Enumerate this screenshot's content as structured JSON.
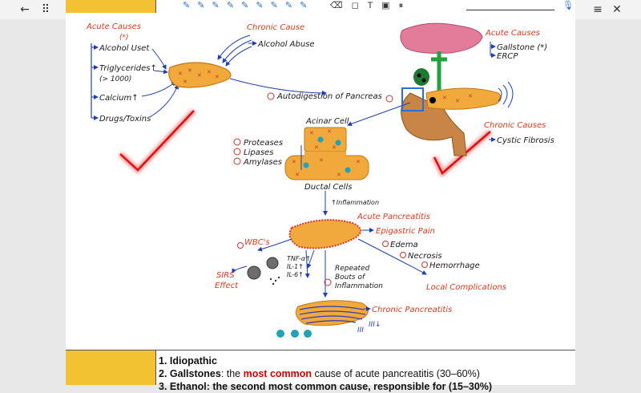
{
  "ui": {
    "back_icon": "←",
    "grid_icon": "⠿",
    "menu_icon": "≡",
    "close_icon": "✕",
    "pen_icons": "✎ ✎ ✎ ✎ ✎ ✎ ✎ ✎ ✎",
    "toolbar_extra": "⌫ ◻ T ▣ ⏸",
    "mic_icon": "🎙"
  },
  "diagram": {
    "acute_causes_left": {
      "title": "Acute Causes",
      "marker": "(*)",
      "items": [
        "Alcohol Uset",
        "Triglycerides↑",
        "(> 1000)",
        "Calcium↑",
        "Drugs/Toxins"
      ]
    },
    "chronic_cause": {
      "title": "Chronic Cause",
      "item": "Alcohol Abuse"
    },
    "acute_causes_right": {
      "title": "Acute Causes",
      "items": [
        "Gallstone (*)",
        "ERCP"
      ]
    },
    "chronic_causes_right": {
      "title": "Chronic Causes",
      "item": "Cystic Fibrosis"
    },
    "autodigestion": "Autodigestion of Pancreas",
    "acinar_cell": "Acinar Cell",
    "enzymes": [
      "Proteases",
      "Lipases",
      "Amylases"
    ],
    "ductal_cells": "Ductal Cells",
    "inflammation": "↑Inflammation",
    "acute_pancreatitis": "Acute Pancreatitis",
    "epigastric_pain": "Epigastric Pain",
    "wbcs": "WBC's",
    "cytokines": [
      "TNF-α↑",
      "IL-1↑",
      "IL-6↑"
    ],
    "sirs": [
      "SIRS",
      "Effect"
    ],
    "repeated": [
      "Repeated",
      "Bouts of",
      "Inflammation"
    ],
    "local_list": [
      "Edema",
      "Necrosis",
      "Hemorrhage"
    ],
    "local_complications": "Local Complications",
    "chronic_pancreatitis": "Chronic Pancreatitis",
    "roman_down": "III↓",
    "roman_left": "III"
  },
  "notes": {
    "line1": "1. Idiopathic",
    "line2_num": "2. Gallstones",
    "line2_after_colon": ": the ",
    "line2_red": "most common",
    "line2_rest": " cause of acute pancreatitis (30–60%)",
    "line3": "3. Ethanol: the second most common cause, responsible for (15–30%)"
  }
}
